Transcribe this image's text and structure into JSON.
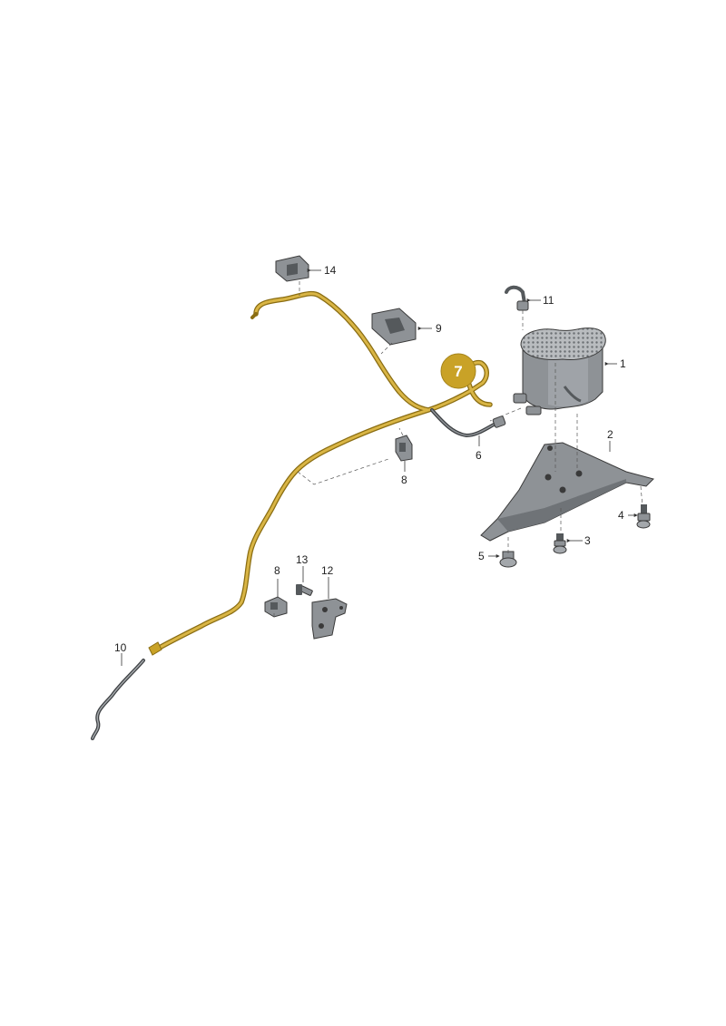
{
  "colors": {
    "highlight": "#c9a227",
    "highlight_dark": "#8a6d12",
    "part_gray": "#8e9296",
    "part_dark": "#55595c",
    "part_light": "#c8cbce"
  },
  "highlight_badge": "7",
  "labels": {
    "p1": "1",
    "p2": "2",
    "p3": "3",
    "p4": "4",
    "p5": "5",
    "p6": "6",
    "p8a": "8",
    "p8b": "8",
    "p9": "9",
    "p10": "10",
    "p11": "11",
    "p12": "12",
    "p13": "13",
    "p14": "14"
  }
}
